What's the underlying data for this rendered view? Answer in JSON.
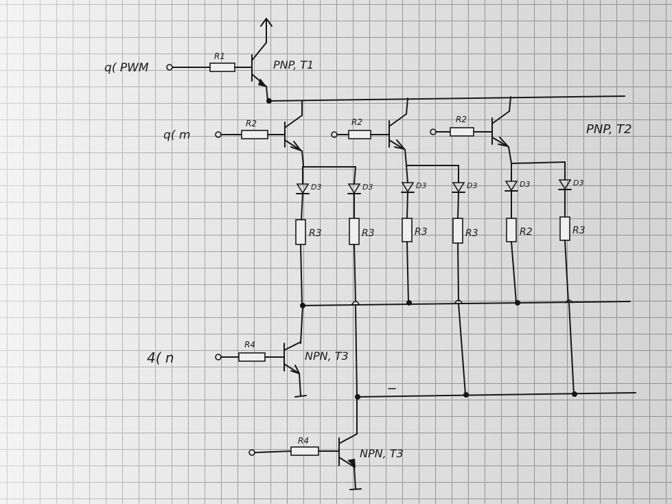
{
  "labels": {
    "in_pwm": "q( PWM",
    "pnp_t1": "PNP, T1",
    "r1": "R1",
    "in_m": "q( m",
    "r2_a": "R2",
    "r2_b": "R2",
    "r2_c": "R2",
    "pnp_t2": "PNP, T2",
    "led": [
      "D3",
      "D3",
      "D3",
      "D3",
      "D3",
      "D3"
    ],
    "r3": [
      "R3",
      "R3",
      "R3",
      "R3",
      "R2",
      "R3"
    ],
    "in_n": "4( n",
    "r4_a": "R4",
    "npn_t3_a": "NPN, T3",
    "r4_b": "R4",
    "npn_t3_b": "NPN, T3"
  }
}
